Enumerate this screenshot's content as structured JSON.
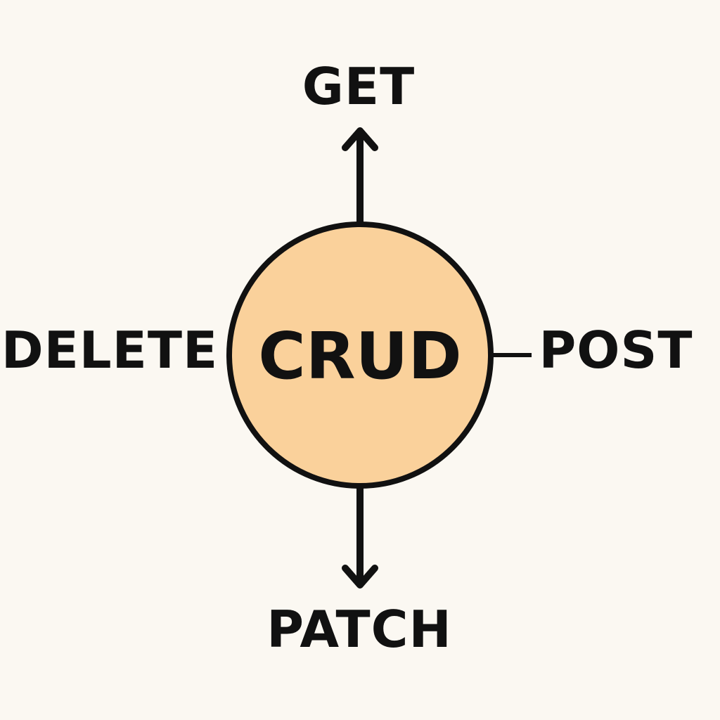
{
  "diagram": {
    "center": {
      "label": "CRUD",
      "fill_color": "#FAD19B",
      "stroke_color": "#111111"
    },
    "methods": {
      "top": {
        "label": "GET",
        "connector": "arrow-up"
      },
      "right": {
        "label": "POST",
        "connector": "line"
      },
      "bottom": {
        "label": "PATCH",
        "connector": "arrow-down"
      },
      "left": {
        "label": "DELETE",
        "connector": "none"
      }
    },
    "colors": {
      "background": "#FBF8F2",
      "ink": "#111111"
    }
  }
}
